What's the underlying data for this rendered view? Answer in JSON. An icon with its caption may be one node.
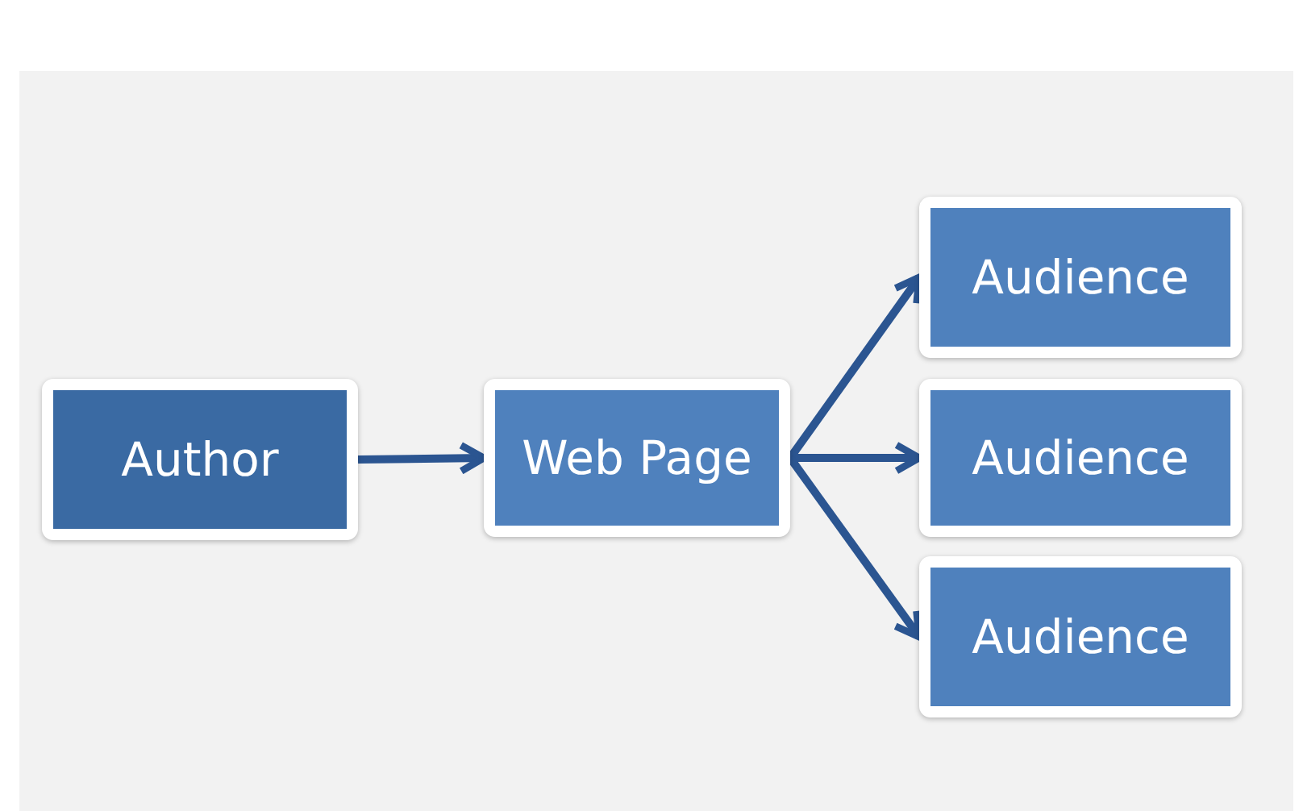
{
  "diagram": {
    "nodes": [
      {
        "text": [
          "Author"
        ]
      },
      {
        "text": [
          "Web Page"
        ]
      },
      {
        "text": [
          "Audience"
        ]
      },
      {
        "text": [
          "Audience"
        ]
      },
      {
        "text": [
          "Audience"
        ]
      }
    ],
    "edges": [
      {
        "from": 0,
        "to": 1,
        "arrow": "to"
      },
      {
        "from": 1,
        "to": 2,
        "arrow": "to"
      },
      {
        "from": 1,
        "to": 3,
        "arrow": "to"
      },
      {
        "from": 1,
        "to": 4,
        "arrow": "to"
      }
    ]
  }
}
